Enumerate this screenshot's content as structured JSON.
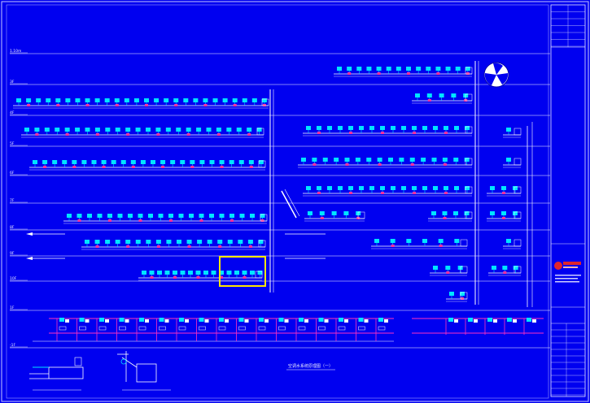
{
  "drawing": {
    "title": "空调水系统原理图（一）",
    "subdiagram_left": "",
    "subdiagram_right": "",
    "colors": {
      "background": "#0000f0",
      "line": "#ffffff",
      "unit": "#00e5ff",
      "valve": "#ff2fa0",
      "supply_pipe": "#ff30c0",
      "highlight": "#ffe600",
      "title_block": "#e8e8ff",
      "logo": "#e0262c"
    },
    "floor_labels": [
      "1.10m",
      "3F",
      "4F",
      "5F",
      "6F",
      "7F",
      "8F",
      "9F",
      "10F",
      "1F",
      "-1F"
    ],
    "title_block_rows": 14,
    "icons": [
      "fan-icon",
      "company-logo"
    ]
  }
}
